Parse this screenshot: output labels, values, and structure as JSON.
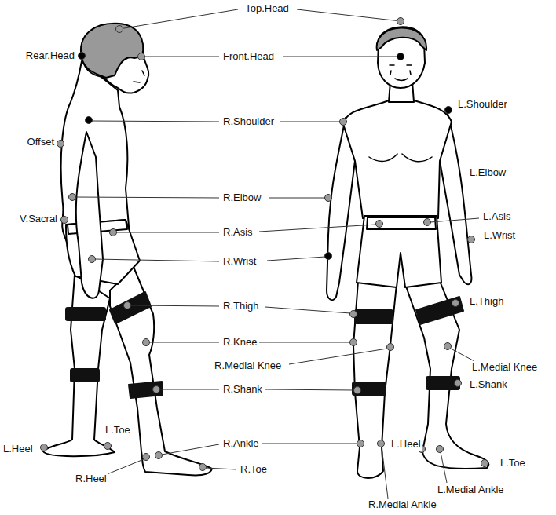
{
  "diagram": {
    "labels": [
      "Top.Head",
      "Rear.Head",
      "Front.Head",
      "L.Shoulder",
      "R.Shoulder",
      "Offset",
      "L.Elbow",
      "R.Elbow",
      "L.Asis",
      "V.Sacral",
      "R.Asis",
      "L.Wrist",
      "R.Wrist",
      "L.Thigh",
      "R.Thigh",
      "R.Knee",
      "R.Medial Knee",
      "L.Medial Knee",
      "L.Shank",
      "R.Shank",
      "L.Toe",
      "R.Ankle",
      "L.Heel",
      "L.Heel",
      "L.Toe",
      "R.Toe",
      "R.Heel",
      "L.Medial Ankle",
      "R.Medial Ankle"
    ]
  }
}
